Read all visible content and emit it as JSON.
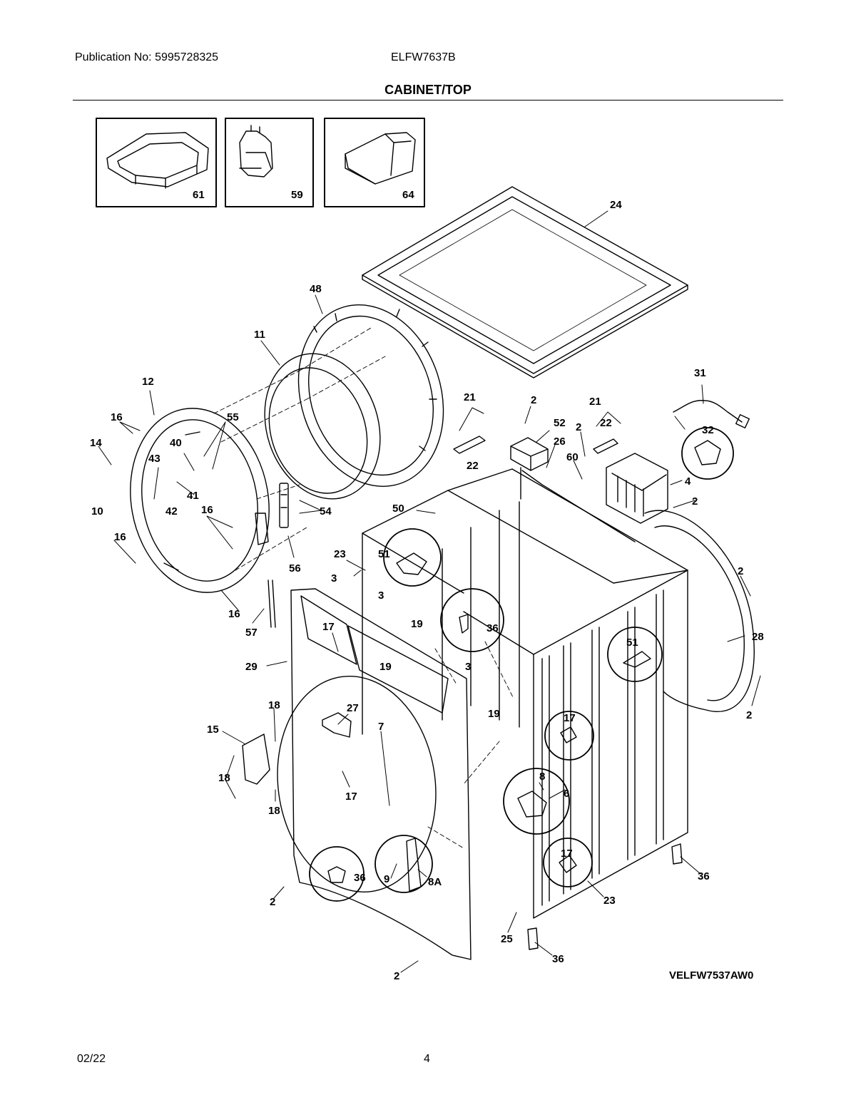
{
  "header": {
    "publication": "Publication No: 5995728325",
    "model": "ELFW7637B",
    "section_title": "CABINET/TOP"
  },
  "insets": [
    {
      "part": "61"
    },
    {
      "part": "59"
    },
    {
      "part": "64"
    }
  ],
  "labels": {
    "l24": "24",
    "l48": "48",
    "l11": "11",
    "l12": "12",
    "l31": "31",
    "l21a": "21",
    "l2a": "2",
    "l52": "52",
    "l21b": "21",
    "l2b": "2",
    "l22a": "22",
    "l16a": "16",
    "l55": "55",
    "l14": "14",
    "l40": "40",
    "l43": "43",
    "l10": "10",
    "l41": "41",
    "l42": "42",
    "l16b": "16",
    "l16c": "16",
    "l22b": "22",
    "l26": "26",
    "l60": "60",
    "l32": "32",
    "l4": "4",
    "l2c": "2",
    "l54": "54",
    "l50": "50",
    "l56": "56",
    "l23a": "23",
    "l51a": "51",
    "l3a": "3",
    "l3b": "3",
    "l16d": "16",
    "l57": "57",
    "l17a": "17",
    "l19a": "19",
    "l36a": "36",
    "l19b": "19",
    "l3c": "3",
    "l29": "29",
    "l51b": "51",
    "l2d": "2",
    "l28": "28",
    "l2e": "2",
    "l19c": "19",
    "l18a": "18",
    "l27": "27",
    "l15": "15",
    "l7": "7",
    "l17b": "17",
    "l18b": "18",
    "l17c": "17",
    "l18c": "18",
    "l8": "8",
    "l6": "6",
    "l17d": "17",
    "l36b": "36",
    "l9": "9",
    "l8a": "8A",
    "l2f": "2",
    "l36c": "36",
    "l23b": "23",
    "l25": "25",
    "l36d": "36",
    "l2g": "2"
  },
  "reference_code": "VELFW7537AW0",
  "footer": {
    "date": "02/22",
    "page": "4"
  }
}
